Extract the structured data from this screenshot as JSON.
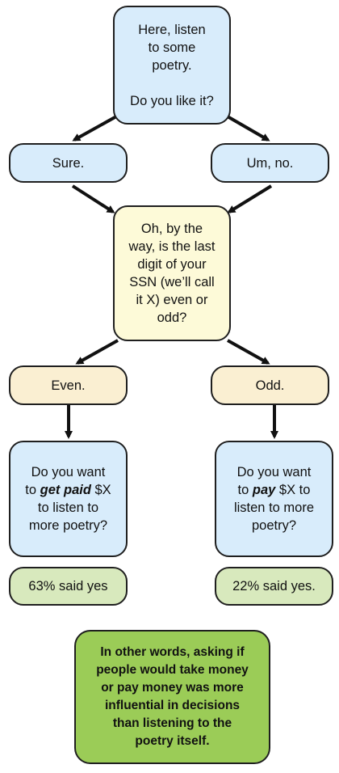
{
  "colors": {
    "blue": "#d8ecfb",
    "yellow": "#fdfad8",
    "peach": "#faefd2",
    "light_green": "#d8e9bd",
    "green": "#9bcc57",
    "stroke": "#1f1f1f"
  },
  "nodes": {
    "poetry": "Here, listen\nto some\npoetry.\n\nDo you like it?",
    "sure": "Sure.",
    "um_no": "Um, no.",
    "ssn_question": "Oh, by the\nway, is the last\ndigit of your\nSSN (we’ll call\nit X) even or\nodd?",
    "even": "Even.",
    "odd": "Odd.",
    "get_paid": {
      "before": "Do you want\nto ",
      "emphasis": "get paid",
      "after": " $X\nto listen to\nmore poetry?"
    },
    "pay": {
      "before": "Do you want\nto ",
      "emphasis": "pay",
      "after": " $X to\nlisten to more\npoetry?"
    },
    "result_even": "63% said yes",
    "result_odd": "22% said yes.",
    "conclusion": "In other words, asking if\npeople would take money\nor pay money was more\ninfluential in decisions\nthan listening to the\npoetry itself."
  }
}
